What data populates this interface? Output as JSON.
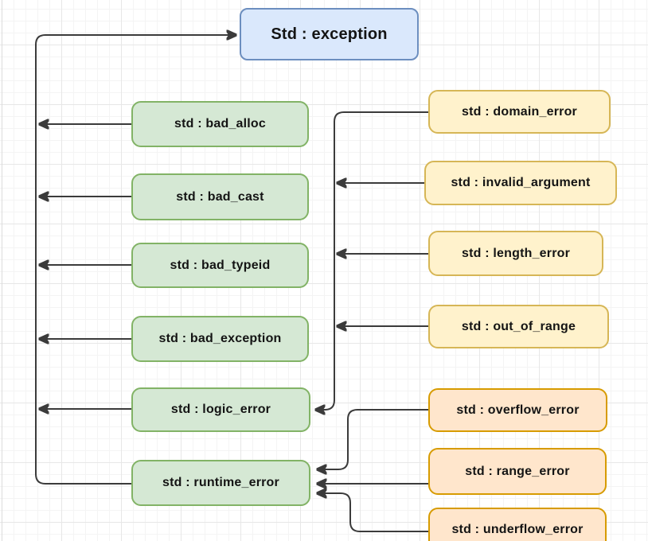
{
  "palette": {
    "blue_fill": "#dae8fc",
    "blue_stroke": "#6c8ebf",
    "green_fill": "#d5e8d4",
    "green_stroke": "#82b366",
    "yellow_fill": "#fff2cc",
    "yellow_stroke": "#d6b656",
    "orange_fill": "#ffe6cc",
    "orange_stroke": "#d79b00",
    "connector": "#3b3b3b",
    "text": "#141414"
  },
  "nodes": {
    "root": {
      "label": "Std : exception",
      "color": "blue"
    },
    "direct_children": [
      {
        "id": "bad_alloc",
        "label": "std : bad_alloc",
        "color": "green"
      },
      {
        "id": "bad_cast",
        "label": "std : bad_cast",
        "color": "green"
      },
      {
        "id": "bad_typeid",
        "label": "std : bad_typeid",
        "color": "green"
      },
      {
        "id": "bad_exception",
        "label": "std : bad_exception",
        "color": "green"
      },
      {
        "id": "logic_error",
        "label": "std : logic_error",
        "color": "green"
      },
      {
        "id": "runtime_error",
        "label": "std : runtime_error",
        "color": "green"
      }
    ],
    "logic_error_children": [
      {
        "id": "domain_error",
        "label": "std : domain_error",
        "color": "yellow"
      },
      {
        "id": "invalid_argument",
        "label": "std : invalid_argument",
        "color": "yellow"
      },
      {
        "id": "length_error",
        "label": "std : length_error",
        "color": "yellow"
      },
      {
        "id": "out_of_range",
        "label": "std : out_of_range",
        "color": "yellow"
      }
    ],
    "runtime_error_children": [
      {
        "id": "overflow_error",
        "label": "std : overflow_error",
        "color": "orange"
      },
      {
        "id": "range_error",
        "label": "std : range_error",
        "color": "orange"
      },
      {
        "id": "underflow_error",
        "label": "std : underflow_error",
        "color": "orange"
      }
    ]
  }
}
